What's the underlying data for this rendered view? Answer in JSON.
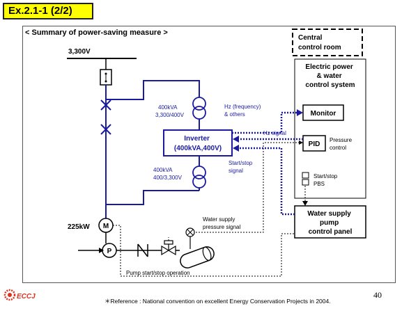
{
  "header": {
    "title": "Ex.2.1-1 (2/2)"
  },
  "diagram": {
    "heading": "< Summary of power-saving measure >",
    "voltage": "3,300V",
    "central_room": [
      "Central",
      "control room"
    ],
    "control_system": [
      "Electric power",
      "& water",
      "control system"
    ],
    "monitor": "Monitor",
    "pid": "PID",
    "pressure_control": [
      "Pressure",
      "control"
    ],
    "startstop_pbs": [
      "Start/stop",
      "PBS"
    ],
    "pump_panel": [
      "Water supply",
      "pump",
      "control panel"
    ],
    "inverter": [
      "Inverter",
      "(400kVA,400V)"
    ],
    "transformer_top": [
      "400kVA",
      "3,300/400V"
    ],
    "transformer_bottom": [
      "400kVA",
      "400/3,300V"
    ],
    "hz_label": [
      "Hz (frequency)",
      "& others"
    ],
    "hz_signal": "Hz signal",
    "startstop_signal": [
      "Start/stop",
      "signal"
    ],
    "motor_rating": "225kW",
    "motor": "M",
    "pump": "P",
    "water_pressure": [
      "Water supply",
      "pressure signal"
    ],
    "pump_operation": "Pump start/stop operation"
  },
  "footer": {
    "page_number": "40",
    "logo": "ECCJ",
    "reference": "＊Reference : National convention on excellent Energy Conservation Projects in 2004."
  },
  "colors": {
    "wire": "#1a1aa0",
    "signal": "#1a1aa0",
    "title_bg": "#ffff00",
    "logo": "#e0301e"
  }
}
